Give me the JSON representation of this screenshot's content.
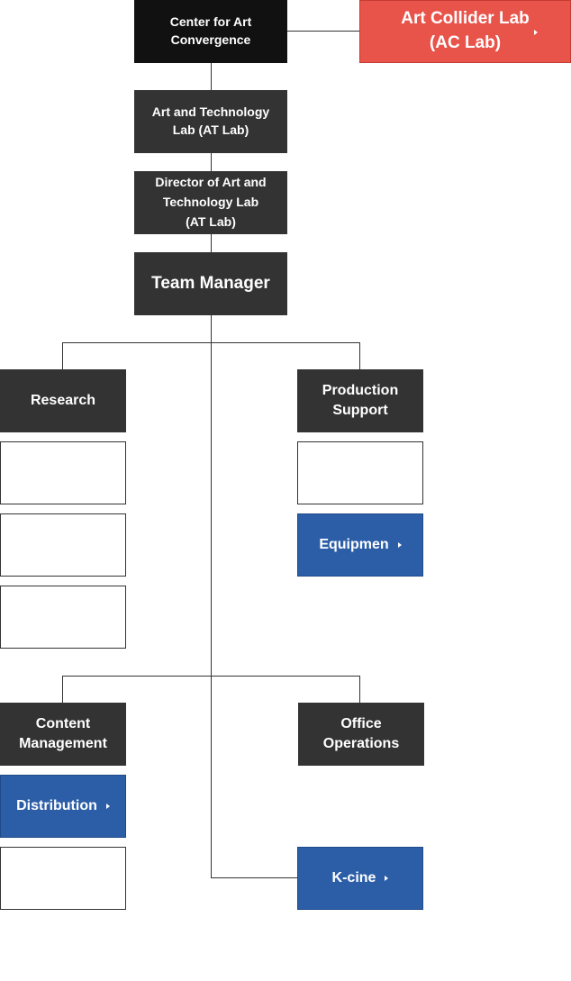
{
  "org_chart": {
    "center": "Center for Art\nConvergence",
    "ac_lab": "Art Collider Lab\n(AC Lab)",
    "at_lab": "Art and Technology\nLab (AT Lab)",
    "director": "Director of Art and\nTechnology Lab\n(AT Lab)",
    "team_manager": "Team Manager",
    "research": "Research",
    "production_support": "Production\nSupport",
    "equipment": "Equipmen",
    "content_management": "Content\nManagement",
    "office_operations": "Office\nOperations",
    "distribution": "Distribution",
    "kcine": "K-cine"
  },
  "colors": {
    "dark": "#333333",
    "black": "#111111",
    "red": "#e8534a",
    "blue": "#2c5ea8"
  },
  "icons": {
    "link_arrow": "caret-right-icon"
  }
}
